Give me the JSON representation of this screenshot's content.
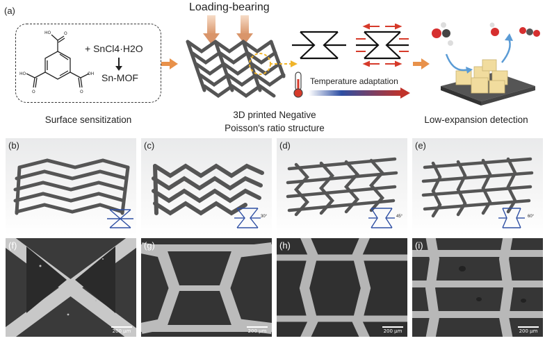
{
  "panel_a": {
    "label": "(a)",
    "loading_label": "Loading-bearing",
    "reagent": "+ SnCl4·H2O",
    "product": "Sn-MOF",
    "temp_label": "Temperature adaptation",
    "caption_left": "Surface sensitization",
    "caption_mid_line1": "3D printed Negative",
    "caption_mid_line2": "Poisson's ratio structure",
    "caption_right": "Low-expansion detection"
  },
  "render_panels": [
    {
      "label": "(b)",
      "angle": ""
    },
    {
      "label": "(c)",
      "angle": "30°"
    },
    {
      "label": "(d)",
      "angle": "45°"
    },
    {
      "label": "(e)",
      "angle": "60°"
    }
  ],
  "sem_panels": [
    {
      "label": "(f)",
      "scale": "200 μm"
    },
    {
      "label": "(g)",
      "scale": "200 μm"
    },
    {
      "label": "(h)",
      "scale": "200 μm"
    },
    {
      "label": "(i)",
      "scale": "200 μm"
    }
  ],
  "colors": {
    "arrow_orange": "#e8914a",
    "struct_gray": "#555555",
    "schematic_blue": "#2e4fa3",
    "red_arrow": "#d63a2a"
  }
}
